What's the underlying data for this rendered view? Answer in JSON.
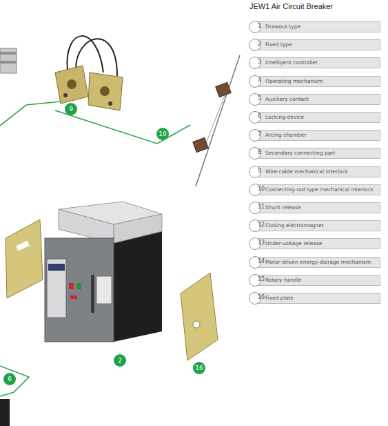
{
  "diagram": {
    "title": "JEW1 Air Circuit Breaker",
    "nodes": [
      {
        "text": [
          "Drawout type"
        ]
      },
      {
        "text": [
          "1"
        ],
        "in": 0
      },
      {
        "text": [
          "Fixed type"
        ]
      },
      {
        "text": [
          "2"
        ],
        "in": 2
      },
      {
        "text": [
          "Intelligent controller"
        ]
      },
      {
        "text": [
          "3"
        ],
        "in": 4
      },
      {
        "text": [
          "Operating mechanism"
        ]
      },
      {
        "text": [
          "4"
        ],
        "in": 6
      },
      {
        "text": [
          "Auxiliary contact"
        ]
      },
      {
        "text": [
          "5"
        ],
        "in": 8
      },
      {
        "text": [
          "Locking-device"
        ]
      },
      {
        "text": [
          "6"
        ],
        "in": 10
      },
      {
        "text": [
          "Arcing chamber"
        ]
      },
      {
        "text": [
          "7"
        ],
        "in": 12
      },
      {
        "text": [
          "Secondary connecting part"
        ]
      },
      {
        "text": [
          "8"
        ],
        "in": 14
      },
      {
        "text": [
          "Wire-cable mechanical interlock"
        ]
      },
      {
        "text": [
          "9"
        ],
        "in": 16
      },
      {
        "text": [
          "Connecting-rod type mechanical interlock"
        ]
      },
      {
        "text": [
          "10"
        ],
        "in": 18
      },
      {
        "text": [
          "Shunt release"
        ]
      },
      {
        "text": [
          "11"
        ],
        "in": 20
      },
      {
        "text": [
          "Closing electromagnet"
        ]
      },
      {
        "text": [
          "12"
        ],
        "in": 22
      },
      {
        "text": [
          "Under-voltage release"
        ]
      },
      {
        "text": [
          "13"
        ],
        "in": 24
      },
      {
        "text": [
          "Motor-driven energy-storage mechanism"
        ]
      },
      {
        "text": [
          "14"
        ],
        "in": 26
      },
      {
        "text": [
          "Rotary handle"
        ]
      },
      {
        "text": [
          "15"
        ],
        "in": 28
      },
      {
        "text": [
          "Fixed plate"
        ]
      },
      {
        "text": [
          "16"
        ],
        "in": 30
      },
      {
        "text": [
          "9"
        ]
      },
      {
        "text": [
          "10"
        ]
      },
      {
        "text": [
          "2"
        ]
      },
      {
        "text": [
          "16"
        ]
      },
      {
        "text": [
          "6"
        ]
      }
    ]
  }
}
